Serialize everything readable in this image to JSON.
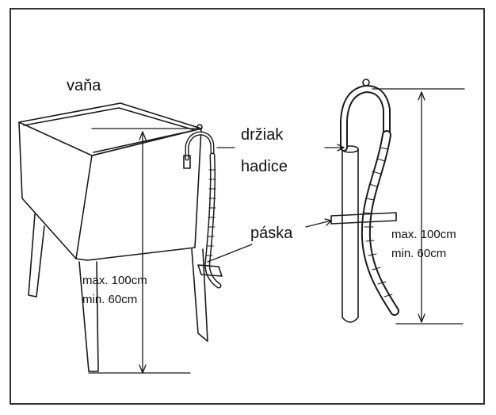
{
  "labels": {
    "tub": "vaňa",
    "holder_line1": "držiak",
    "holder_line2": "hadice",
    "strap": "páska",
    "left_max": "max. 100cm",
    "left_min": "min. 60cm",
    "right_max": "max. 100cm",
    "right_min": "min. 60cm"
  },
  "colors": {
    "ink": "#1a1a1a",
    "frame": "#333333"
  }
}
